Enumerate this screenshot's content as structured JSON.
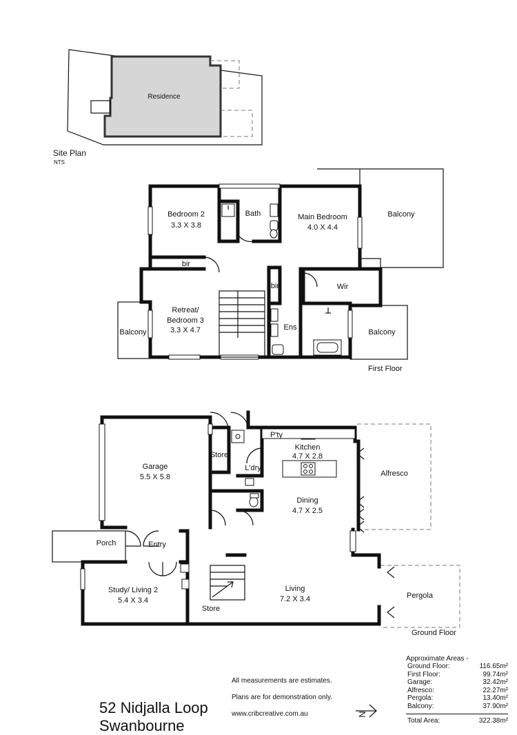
{
  "site_plan": {
    "title": "Site Plan",
    "scale": "NTS",
    "residence_label": "Residence"
  },
  "first_floor": {
    "floor_label": "First Floor",
    "rooms": {
      "bedroom2_name": "Bedroom 2",
      "bedroom2_size": "3.3 X 3.8",
      "bath": "Bath",
      "main_bedroom_name": "Main Bedroom",
      "main_bedroom_size": "4.0 X 4.4",
      "balcony_top": "Balcony",
      "bir_1": "bir",
      "bir_2": "bir",
      "wir": "Wir",
      "retreat_name_1": "Retreat/",
      "retreat_name_2": "Bedroom 3",
      "retreat_size": "3.3 X 4.7",
      "balcony_left": "Balcony",
      "ens": "Ens",
      "balcony_right": "Balcony"
    }
  },
  "ground_floor": {
    "floor_label": "Ground Floor",
    "rooms": {
      "garage_name": "Garage",
      "garage_size": "5.5 X 5.8",
      "store_1": "Store",
      "pantry": "P'ty",
      "kitchen_name": "Kitchen",
      "kitchen_size": "4.7 X 2.8",
      "laundry": "L'dry",
      "alfresco": "Alfresco",
      "dining_name": "Dining",
      "dining_size": "4.7 X 2.5",
      "porch": "Porch",
      "entry": "Entry",
      "study_name": "Study/ Living 2",
      "study_size": "5.4 X 3.4",
      "living_name": "Living",
      "living_size": "7.2 X 3.4",
      "pergola": "Pergola",
      "store_2": "Store"
    }
  },
  "address": {
    "line1": "52 Nidjalla Loop",
    "line2": "Swanbourne"
  },
  "notes": {
    "line1": "All measurements are estimates.",
    "line2": "Plans are for demonstration only.",
    "line3": "www.cribcreative.com.au"
  },
  "north_arrow_label": "N",
  "areas": {
    "heading": "Approximate Areas -",
    "rows": [
      {
        "label": "Ground Floor:",
        "value": "116.65m²"
      },
      {
        "label": "First Floor:",
        "value": "99.74m²"
      },
      {
        "label": "Garage:",
        "value": "32.42m²"
      },
      {
        "label": "Alfresco:",
        "value": "22.27m²"
      },
      {
        "label": "Pergola:",
        "value": "13.40m²"
      },
      {
        "label": "Balcony:",
        "value": "37.90m²"
      }
    ],
    "total_label": "Total Area:",
    "total_value": "322.38m²"
  }
}
